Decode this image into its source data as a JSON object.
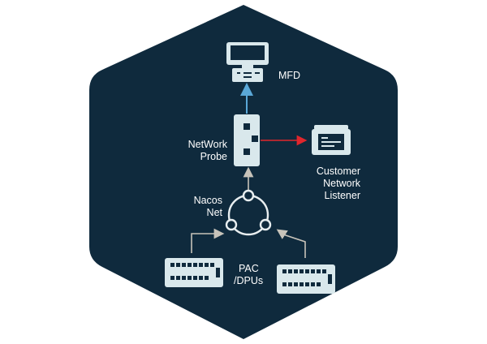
{
  "colors": {
    "hexagon": "#0f2a3d",
    "device": "#d9e8ec",
    "device_dark": "#0f2a3d",
    "connector": "#c7c3ba",
    "ring": "#e8eef0",
    "arrow_up": "#5aa8d8",
    "arrow_out": "#e0262d"
  },
  "labels": {
    "mfd": "MFD",
    "network_probe_line1": "NetWork",
    "network_probe_line2": "Probe",
    "customer_line1": "Customer",
    "customer_line2": "Network Listener",
    "nacos_line1": "Nacos",
    "nacos_line2": "Net",
    "pac_line1": "PAC",
    "pac_line2": "/DPUs"
  },
  "icons": [
    "monitor-icon",
    "probe-device-icon",
    "listener-server-icon",
    "network-ring-icon",
    "switch-icon"
  ]
}
